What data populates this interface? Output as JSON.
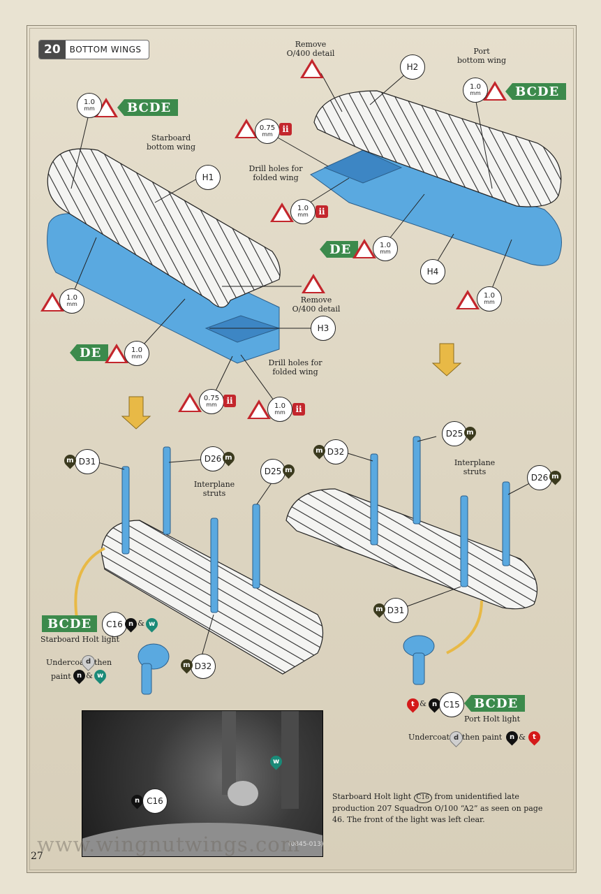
{
  "step": {
    "number": "20",
    "title": "BOTTOM WINGS"
  },
  "labels": {
    "remove_top": "Remove\nO/400 detail",
    "port_wing": "Port\nbottom wing",
    "starboard_wing": "Starboard\nbottom wing",
    "drill_top": "Drill holes for\nfolded wing",
    "remove_mid": "Remove\nO/400 detail",
    "drill_bottom": "Drill holes for\nfolded wing",
    "struts_left": "Interplane\nstruts",
    "struts_right": "Interplane\nstruts",
    "starboard_holt": "Starboard Holt light",
    "undercoat_left_1": "Undercoat",
    "undercoat_left_2": "then",
    "undercoat_left_3": "paint",
    "amp": "&",
    "port_holt": "Port Holt light",
    "undercoat_right_1": "Undercoat",
    "undercoat_right_2": "then paint"
  },
  "parts": {
    "H1": "H1",
    "H2": "H2",
    "H3": "H3",
    "H4": "H4",
    "D25a": "D25",
    "D26a": "D26",
    "D31a": "D31",
    "D32a": "D32",
    "D25b": "D25",
    "D26b": "D26",
    "D31b": "D31",
    "D32b": "D32",
    "C16": "C16",
    "C15": "C15",
    "C16photo": "C16"
  },
  "badges": {
    "bcde": "BCDE",
    "de": "DE"
  },
  "paints": {
    "m": "m",
    "n": "n",
    "w": "w",
    "t": "t",
    "d": "d"
  },
  "drills": {
    "d10": "1.0",
    "d075": "0.75",
    "mm": "mm",
    "info": "ii"
  },
  "caption": {
    "line1_a": "Starboard Holt light",
    "line1_part": "C16",
    "line1_b": "from unidentified late production 207 Squadron O/100 “A2” as seen on page 46. The front of the light was left clear."
  },
  "photo_code": "(0845-013)",
  "watermark": "www.wingnutwings.com",
  "page_number": "27",
  "colors": {
    "part_blue": "#5aa9e0",
    "badge_green": "#3c8a4c",
    "warn_red": "#c3262c"
  }
}
